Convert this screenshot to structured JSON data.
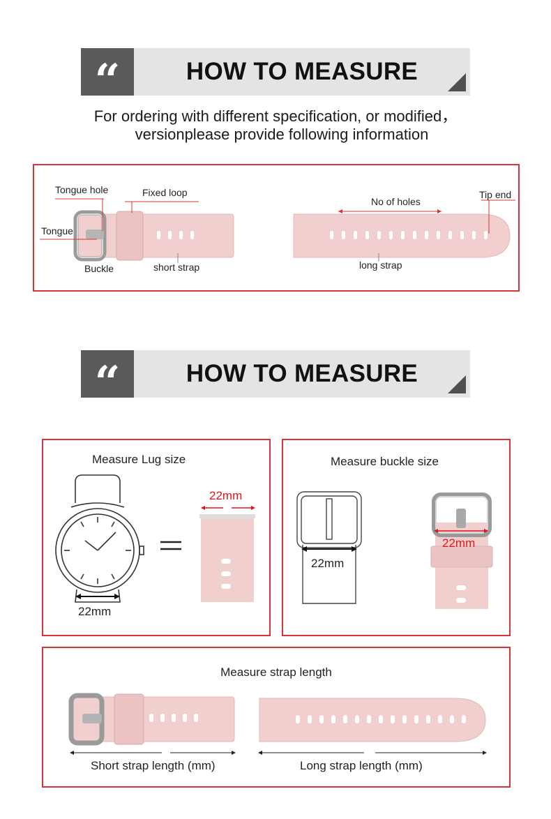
{
  "header1": {
    "quote_icon": "quote-icon",
    "title": "HOW TO MEASURE"
  },
  "intro": {
    "line1": "For ordering with different specification, or modified，",
    "line2": "versionplease provide following information"
  },
  "parts_diagram": {
    "labels": {
      "tongue_hole": "Tongue hole",
      "fixed_loop": "Fixed loop",
      "tongue": "Tongue",
      "buckle": "Buckle",
      "short_strap": "short strap",
      "no_of_holes": "No of holes",
      "tip_end": "Tip end",
      "long_strap": "long strap"
    }
  },
  "header2": {
    "quote_icon": "quote-icon",
    "title": "HOW TO MEASURE"
  },
  "lug_panel": {
    "title": "Measure Lug size",
    "watch_width": "22mm",
    "strap_width": "22mm",
    "equals": "="
  },
  "buckle_panel": {
    "title": "Measure buckle size",
    "buckle_width": "22mm",
    "strap_width": "22mm"
  },
  "length_panel": {
    "title": "Measure strap length",
    "short_label": "Short strap length (mm)",
    "long_label": "Long strap length (mm)"
  },
  "colors": {
    "accent": "#d8333a",
    "strap": "#f1cfcf",
    "banner": "#e4e4e4",
    "quote_box": "#5a5a5a"
  }
}
